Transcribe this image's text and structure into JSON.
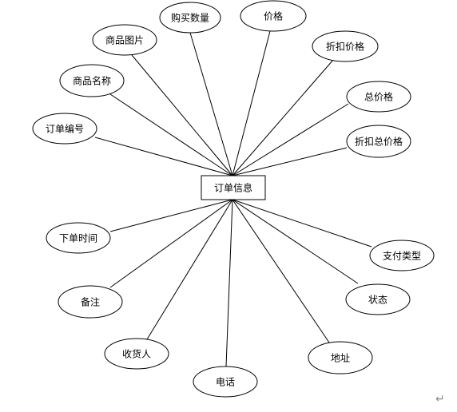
{
  "diagram": {
    "entity": "订单信息",
    "attributes": [
      "购买数量",
      "价格",
      "商品图片",
      "折扣价格",
      "商品名称",
      "总价格",
      "订单编号",
      "折扣总价格",
      "下单时间",
      "支付类型",
      "状态",
      "备注",
      "收货人",
      "地址",
      "电话"
    ]
  },
  "paragraph_mark": "↵"
}
